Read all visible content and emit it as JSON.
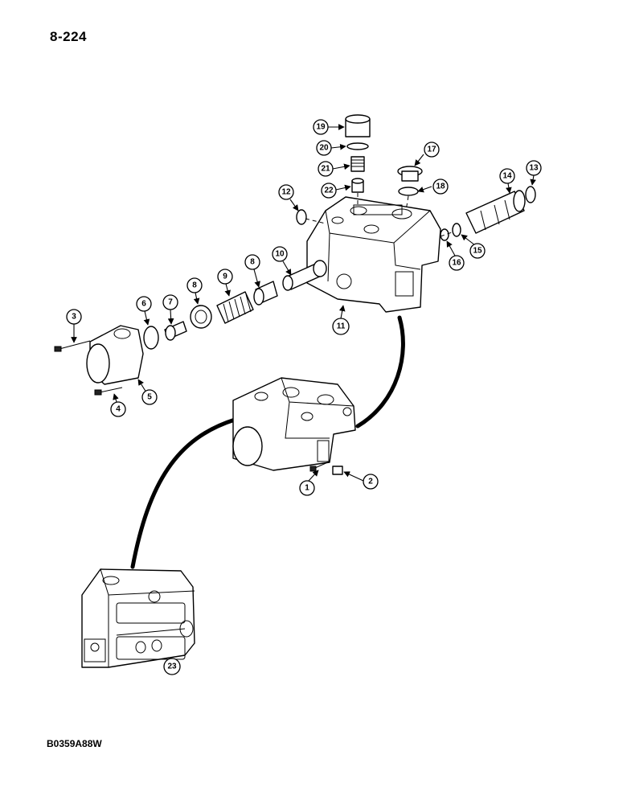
{
  "page_number": "8-224",
  "figure_code": "B0359A88W",
  "callouts": [
    "1",
    "2",
    "3",
    "4",
    "5",
    "6",
    "7",
    "8",
    "8",
    "9",
    "10",
    "11",
    "12",
    "13",
    "14",
    "15",
    "16",
    "17",
    "18",
    "19",
    "20",
    "21",
    "22",
    "23"
  ]
}
